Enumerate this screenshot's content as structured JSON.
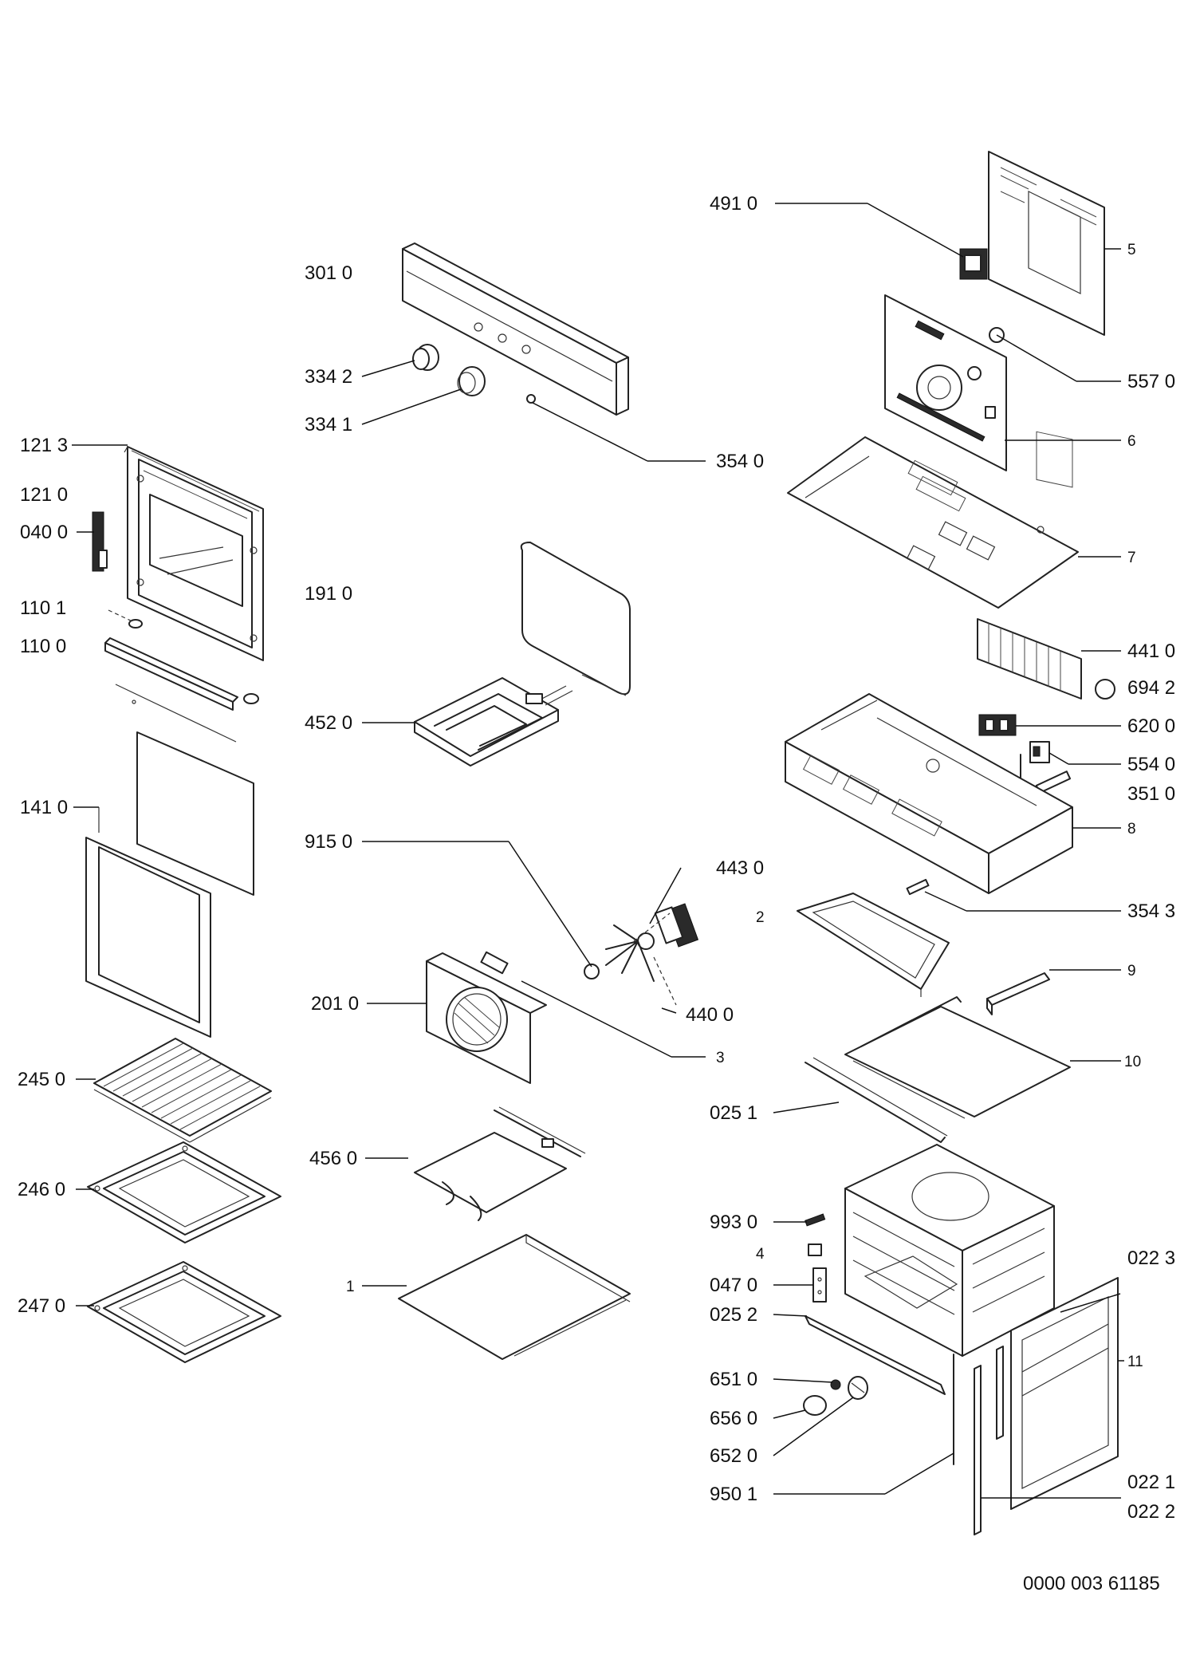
{
  "diagram": {
    "footer_code": "0000 003 61185",
    "labels": {
      "l_121_3": "121 3",
      "l_121_0": "121 0",
      "l_040_0": "040 0",
      "l_110_1": "110 1",
      "l_110_0": "110 0",
      "l_141_0": "141 0",
      "l_245_0": "245 0",
      "l_246_0": "246 0",
      "l_247_0": "247 0",
      "l_301_0": "301 0",
      "l_334_2": "334 2",
      "l_334_1": "334 1",
      "l_354_0": "354 0",
      "l_191_0": "191 0",
      "l_452_0": "452 0",
      "l_915_0": "915 0",
      "l_443_0": "443 0",
      "l_440_0": "440 0",
      "l_2": "2",
      "l_3": "3",
      "l_201_0": "201 0",
      "l_456_0": "456 0",
      "l_1": "1",
      "l_491_0": "491 0",
      "l_5": "5",
      "l_557_0": "557 0",
      "l_6": "6",
      "l_7": "7",
      "l_441_0": "441 0",
      "l_694_2": "694 2",
      "l_620_0": "620 0",
      "l_554_0": "554 0",
      "l_351_0": "351 0",
      "l_8": "8",
      "l_354_3": "354 3",
      "l_9": "9",
      "l_10": "10",
      "l_025_1": "025 1",
      "l_993_0": "993 0",
      "l_4": "4",
      "l_047_0": "047 0",
      "l_025_2": "025 2",
      "l_022_3": "022 3",
      "l_11": "11",
      "l_651_0": "651 0",
      "l_656_0": "656 0",
      "l_652_0": "652 0",
      "l_950_1": "950 1",
      "l_022_1": "022 1",
      "l_022_2": "022 2"
    }
  }
}
